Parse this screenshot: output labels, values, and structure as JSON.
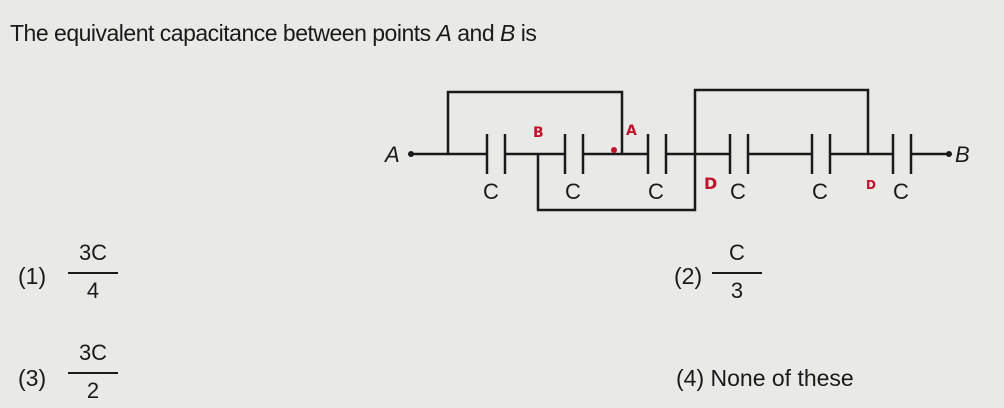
{
  "question": {
    "text_before_a": "The equivalent capacitance between points ",
    "point_a": "A",
    "text_and": " and ",
    "point_b": "B",
    "text_after": " is"
  },
  "circuit": {
    "terminal_left": "A",
    "terminal_right": "B",
    "capacitor_label": "C",
    "capacitor_labels": [
      "C",
      "C",
      "C",
      "C",
      "C",
      "C"
    ],
    "handwritten_marks": [
      "B",
      "A",
      "D",
      "D"
    ]
  },
  "options": [
    {
      "number": "(1)",
      "numerator": "3C",
      "denominator": "4"
    },
    {
      "number": "(2)",
      "numerator": "C",
      "denominator": "3"
    },
    {
      "number": "(3)",
      "numerator": "3C",
      "denominator": "2"
    },
    {
      "number": "(4)",
      "text": "None of these"
    }
  ],
  "colors": {
    "ink": "#1a1a1a",
    "handwriting": "#c0122a",
    "paper": "#e9e9e7"
  }
}
